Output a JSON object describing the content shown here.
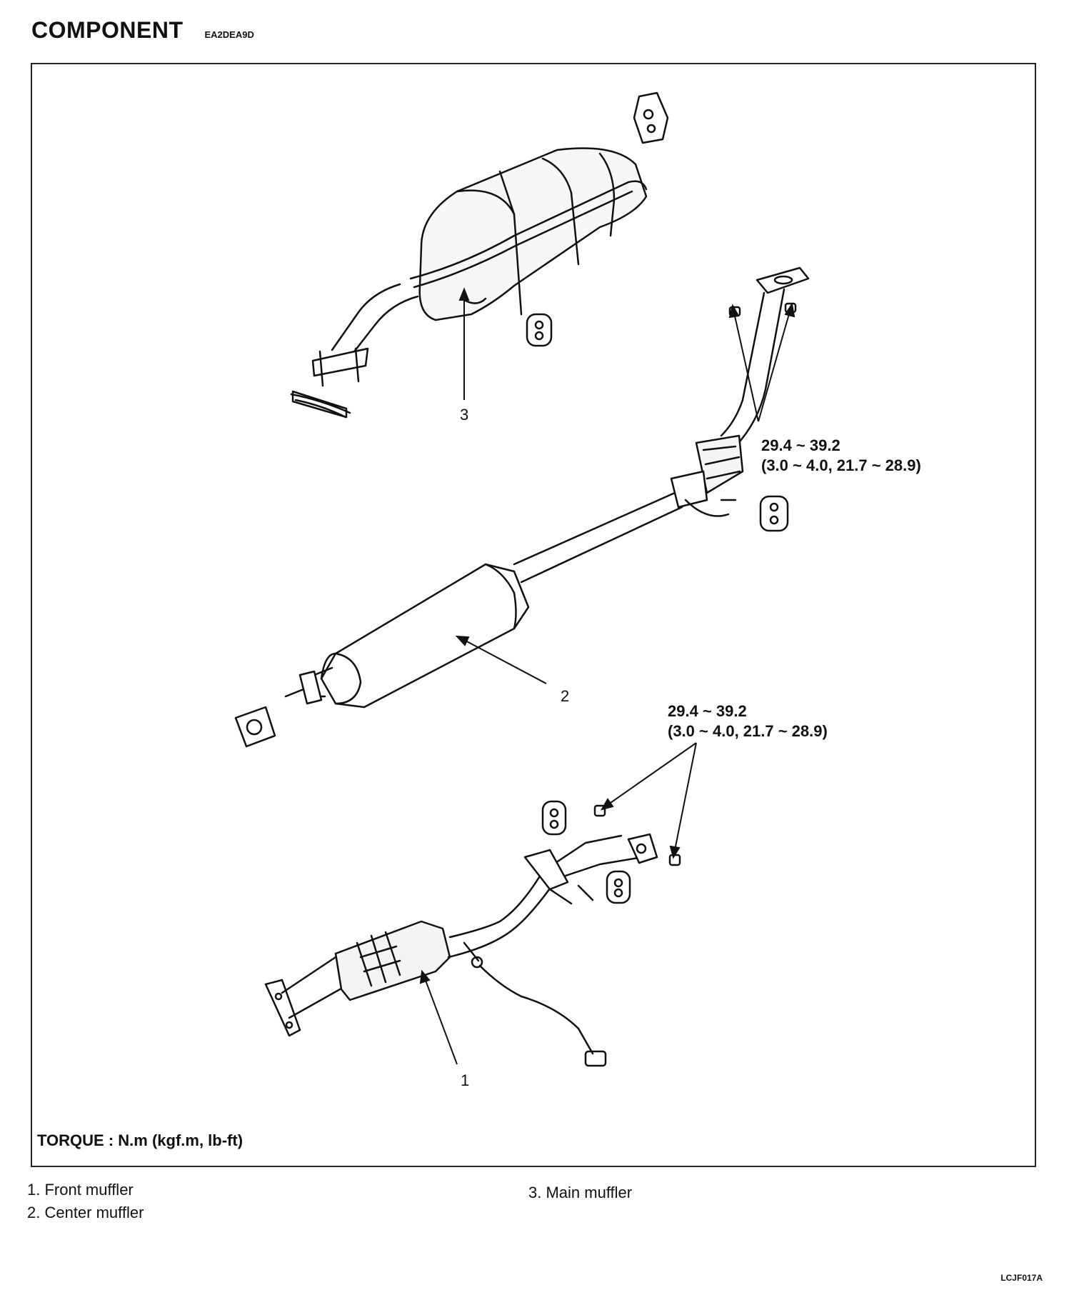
{
  "header": {
    "title": "COMPONENT",
    "code": "EA2DEA9D"
  },
  "torque_specs": [
    {
      "range": "29.4 ~ 39.2",
      "alt": "(3.0 ~ 4.0, 21.7 ~ 28.9)"
    },
    {
      "range": "29.4 ~ 39.2",
      "alt": "(3.0 ~ 4.0, 21.7 ~ 28.9)"
    }
  ],
  "callouts": {
    "front": "1",
    "center": "2",
    "main": "3"
  },
  "torque_unit": "TORQUE : N.m (kgf.m, lb-ft)",
  "legend": {
    "item1": "1. Front muffler",
    "item2": "2. Center muffler",
    "item3": "3. Main muffler"
  },
  "figure_code": "LCJF017A"
}
